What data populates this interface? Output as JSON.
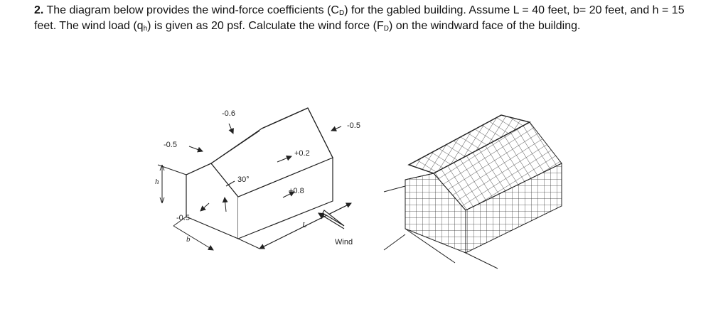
{
  "question": {
    "number": "2.",
    "p1": " The diagram below provides the wind-force coefficients (C",
    "s1": "D",
    "p2": ") for the gabled building. Assume L = 40 feet, b= 20 feet, and h = 15 feet. The wind load (q",
    "s2": "h",
    "p3": ") is given as 20 psf. Calculate the wind force (F",
    "s3": "D",
    "p4": ") on the windward face of the building."
  },
  "diagram": {
    "coefficients": {
      "roof_leeward": "-0.6",
      "gable_end_left": "-0.5",
      "leeward_wall": "-0.5",
      "roof_windward": "+0.2",
      "windward_wall": "+0.8",
      "side_wall_bottom": "-0.5"
    },
    "roof_angle": "30°",
    "dimensions": {
      "height": "h",
      "width": "b",
      "length": "L"
    },
    "wind_label": "Wind"
  }
}
